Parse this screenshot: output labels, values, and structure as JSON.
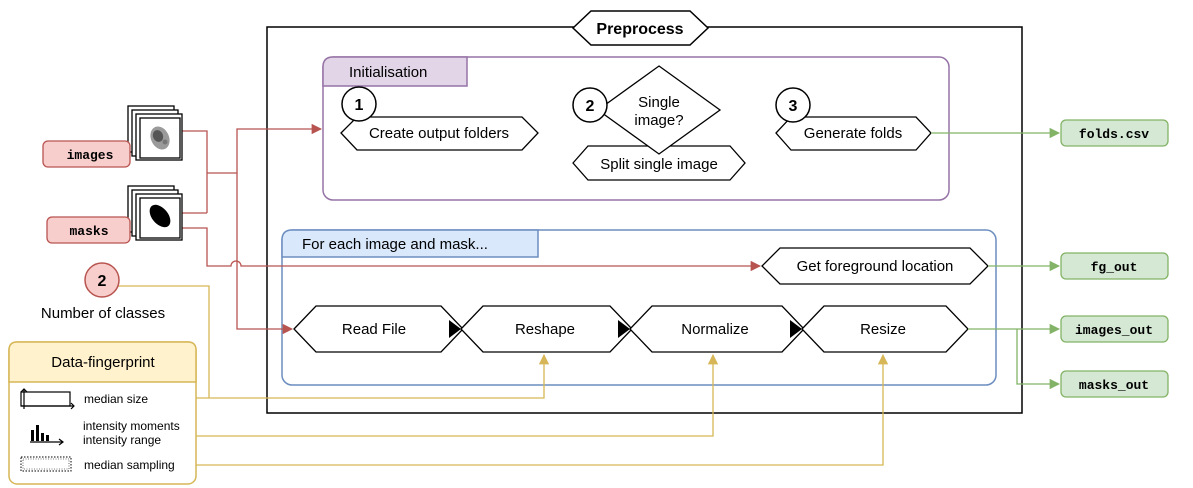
{
  "diagram": {
    "title": "Preprocess",
    "initialisation": {
      "label": "Initialisation",
      "steps": [
        {
          "number": "1",
          "label": "Create output folders"
        },
        {
          "number": "2",
          "decision": "Single image?",
          "label": "Split single image"
        },
        {
          "number": "3",
          "label": "Generate folds"
        }
      ]
    },
    "loop": {
      "label": "For each image and mask...",
      "foreground": "Get foreground location",
      "pipeline": [
        "Read File",
        "Reshape",
        "Normalize",
        "Resize"
      ]
    },
    "inputs": {
      "images": "images",
      "masks": "masks",
      "num_classes": {
        "value": "2",
        "label": "Number of classes"
      }
    },
    "fingerprint": {
      "title": "Data-fingerprint",
      "items": [
        "median size",
        "intensity moments",
        "intensity range",
        "median sampling"
      ]
    },
    "outputs": [
      "folds.csv",
      "fg_out",
      "images_out",
      "masks_out"
    ],
    "colors": {
      "init_border": "#9673a6",
      "init_fill": "#e1d5e7",
      "loop_border": "#6c8ebf",
      "loop_fill": "#dae8fc",
      "input_border": "#b85450",
      "input_fill": "#f8cecc",
      "output_border": "#82b366",
      "output_fill": "#d5e8d4",
      "fingerprint_border": "#d6b656",
      "fingerprint_fill": "#fff2cc"
    },
    "icons": [
      "image-stack-icon",
      "mask-stack-icon",
      "size-icon",
      "histogram-icon",
      "sampling-icon"
    ]
  }
}
